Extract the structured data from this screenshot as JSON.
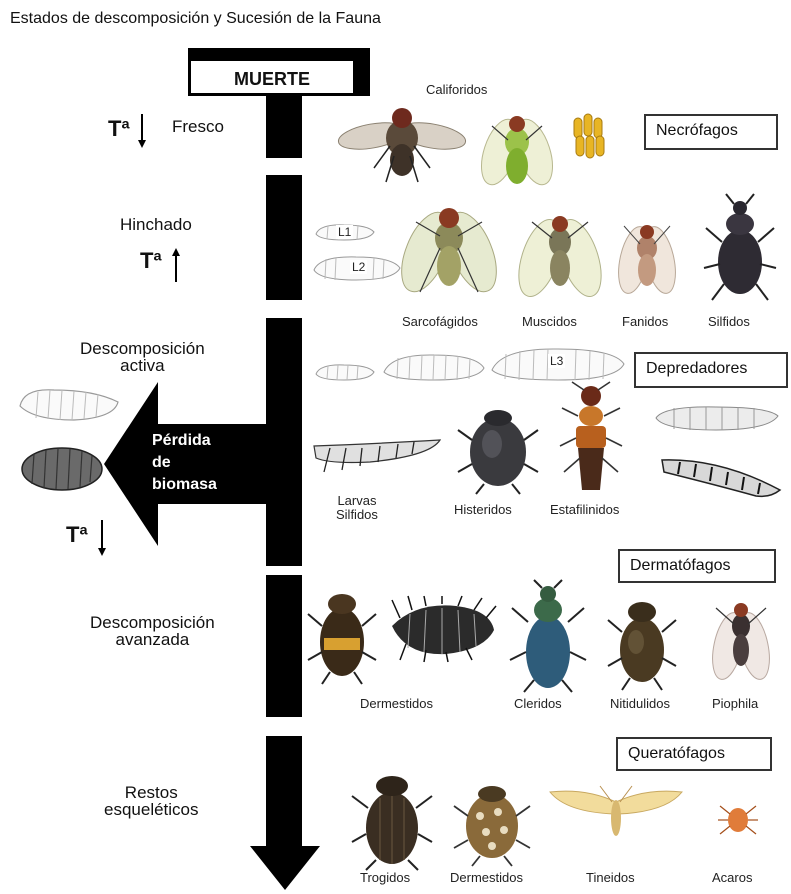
{
  "title": "Estados de descomposición  y Sucesión de la Fauna",
  "start": "MUERTE",
  "stages": {
    "fresco": "Fresco",
    "hinchado": "Hinchado",
    "activa": "Descomposición\nactiva",
    "avanzada": "Descomposición\navanzada",
    "restos": "Restos\nesqueléticos"
  },
  "temp_label": "Tª",
  "arrow_text": "Pérdida\nde\nbiomasa",
  "groups": {
    "necrofagos": "Necrófagos",
    "depredadores": "Depredadores",
    "dermatofagos": "Dermatófagos",
    "queratofagos": "Queratófagos"
  },
  "taxa": {
    "califoridos": "Califoridos",
    "sarcofagidos": "Sarcofágidos",
    "muscidos": "Muscidos",
    "fanidos": "Fanidos",
    "silfidos": "Silfidos",
    "larvas_silfidos": "Larvas\nSilfidos",
    "histeridos": "Histeridos",
    "estafilinidos": "Estafilinidos",
    "dermestidos": "Dermestidos",
    "cleridos": "Cleridos",
    "nitidulidos": "Nitidulidos",
    "piophila": "Piophila",
    "trogidos": "Trogidos",
    "dermestidos2": "Dermestidos",
    "tineidos": "Tineidos",
    "acaros": "Acaros"
  },
  "larva_labels": {
    "l1": "L1",
    "l2": "L2",
    "l3": "L3"
  },
  "colors": {
    "black": "#000000",
    "fly": "#5a4a3a",
    "green_fly": "#9cc24a",
    "beetle": "#2b2b2b",
    "orange": "#c8772a"
  }
}
